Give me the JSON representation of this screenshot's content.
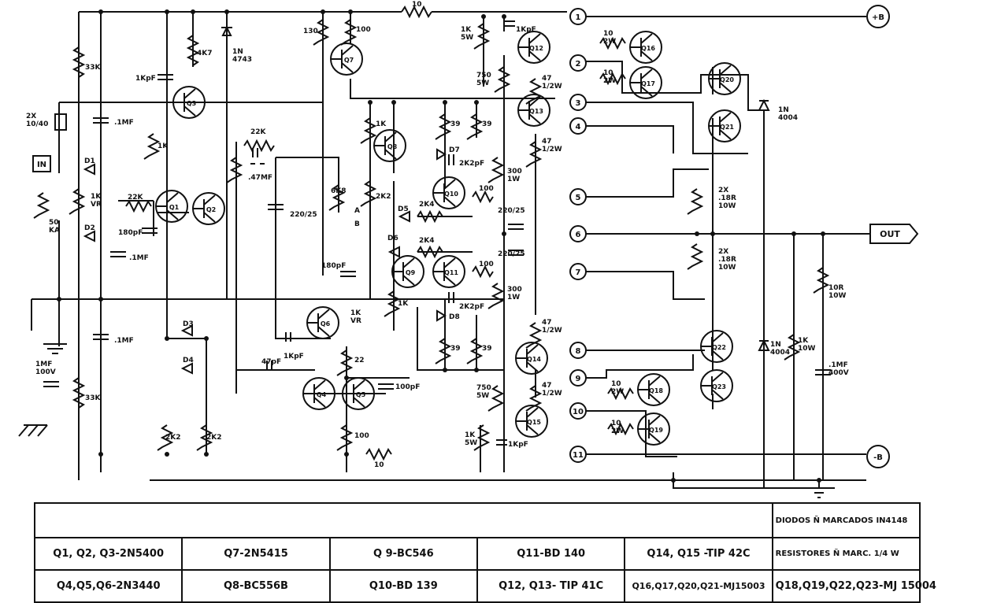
{
  "rails": {
    "pos": "+B",
    "neg": "-B",
    "out": "OUT",
    "in": "IN"
  },
  "nodes": [
    "1",
    "2",
    "3",
    "4",
    "5",
    "6",
    "7",
    "8",
    "9",
    "10",
    "11"
  ],
  "transistors": [
    "Q1",
    "Q2",
    "Q3",
    "Q4",
    "Q5",
    "Q6",
    "Q7",
    "Q8",
    "Q9",
    "Q10",
    "Q11",
    "Q12",
    "Q13",
    "Q14",
    "Q15",
    "Q16",
    "Q17",
    "Q18",
    "Q19",
    "Q20",
    "Q21",
    "Q22",
    "Q23"
  ],
  "labels": {
    "r10_top": "10",
    "r130": "130",
    "r100_top": "100",
    "r1k5w_top": "1K\n5W",
    "c1kpf_top": "1KpF",
    "r33k_top": "33K",
    "r4k7": "4K7",
    "z1n4743": "1N\n4743",
    "c1kpf_q3": "1KpF",
    "c2x": "2X\n10/40",
    "c1mf_a": ".1MF",
    "r1k_q1": "1K",
    "d1": "D1",
    "vr1k": "1K\nVR",
    "d2": "D2",
    "r22k_in": "22K",
    "c180pf_in": "180pF",
    "r22k_fb": "22K",
    "c47mf": ".47MF",
    "c220_25a": "220/25",
    "r6k8": "6K8",
    "sw_a": "A",
    "sw_b": "B",
    "r1k_q8": "1K",
    "r2k2_mid": "2K2",
    "c180pf_mid": "180pF",
    "r39_a": "39",
    "r39_b": "39",
    "d7": "D7",
    "c2k2pf_a": "2K2pF",
    "d5": "D5",
    "r2k4_a": "2K4",
    "d6": "D6",
    "r2k4_b": "2K4",
    "r300_a": "300\n1W",
    "c220_25b": "220/25",
    "c220_25c": "220/25",
    "r100_q10": "100",
    "r100_q11": "100",
    "r300_b": "300\n1W",
    "c2k2pf_b": "2K2pF",
    "d8": "D8",
    "r39_c": "39",
    "r39_d": "39",
    "r750_a": "750\n5W",
    "r47_a": "47\n1/2W",
    "r47_b": "47\n1/2W",
    "r10_2w_a": "10\n2W",
    "r10_2w_b": "10\n2W",
    "d1n4004_a": "1N\n4004",
    "r2x18r_a": "2X\n.18R\n10W",
    "r2x18r_b": "2X\n.18R\n10W",
    "r10r": "10R\n10W",
    "c1mf_400": ".1MF\n400V",
    "d1n4004_b": "1N\n4004",
    "r1k10w": "1K\n10W",
    "r50ka": "50\nKA",
    "c1mf_b": ".1MF",
    "c1mf_c": ".1MF",
    "c1mf_100": "1MF\n100V",
    "r33k_bot": "33K",
    "d3": "D3",
    "d4": "D4",
    "r1kvr_mid": "1K\nVR",
    "c1kpf_q6": "1KpF",
    "c47pf": "47pF",
    "r22_q5": "22",
    "c100pf": "100pF",
    "r100_q45": "100",
    "r2k2_a": "2K2",
    "r2k2_b": "2K2",
    "r10_bot": "10",
    "r750_b": "750\n5W",
    "r47_c": "47\n1/2W",
    "r47_d": "47\n1/2W",
    "r1k5w_bot": "1K\n5W",
    "c1kpf_bot": "1KpF",
    "r10_2w_c": "10\n2W",
    "r10_2w_d": "10\n2W",
    "r1k_q9": "1K"
  },
  "parts_table": {
    "rows": [
      [
        "",
        "",
        "",
        "",
        "",
        "DIODOS Ñ MARCADOS IN4148"
      ],
      [
        "Q1, Q2, Q3-2N5400",
        "Q7-2N5415",
        "Q 9-BC546",
        "Q11-BD 140",
        "Q14, Q15 -TIP 42C",
        "RESISTORES Ñ MARC. 1/4 W"
      ],
      [
        "Q4,Q5,Q6-2N3440",
        "Q8-BC556B",
        "Q10-BD 139",
        "Q12, Q13- TIP 41C",
        "Q16,Q17,Q20,Q21-MJ15003",
        "Q18,Q19,Q22,Q23-MJ 15004"
      ]
    ]
  }
}
